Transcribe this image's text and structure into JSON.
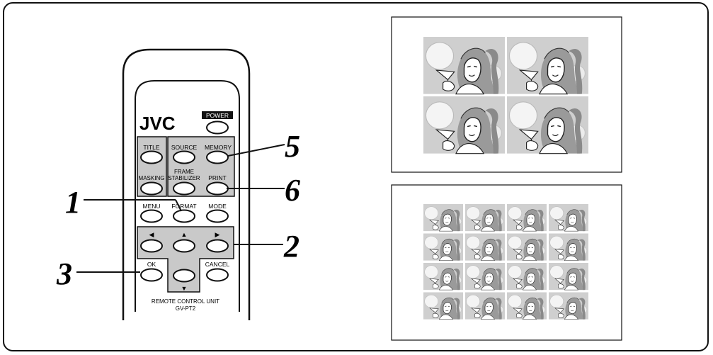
{
  "remote": {
    "brand": "JVC",
    "power_label": "POWER",
    "title_label": "TITLE",
    "source_label": "SOURCE",
    "memory_label": "MEMORY",
    "masking_label": "MASKING",
    "frame_label": "FRAME",
    "stabilizer_label": "STABILIZER",
    "print_label": "PRINT",
    "menu_label": "MENU",
    "format_label": "FORMAT",
    "mode_label": "MODE",
    "ok_label": "OK",
    "cancel_label": "CANCEL",
    "unit_line1": "REMOTE CONTROL UNIT",
    "unit_line2": "GV-PT2",
    "arrow_left": "◀",
    "arrow_up": "▲",
    "arrow_right": "▶",
    "arrow_down": "▼"
  },
  "callouts": {
    "c1": "1",
    "c2": "2",
    "c3": "3",
    "c5": "5",
    "c6": "6"
  },
  "print_layouts": {
    "top": {
      "rows": 2,
      "cols": 2
    },
    "bottom": {
      "rows": 4,
      "cols": 4
    }
  },
  "colors": {
    "panel_gray": "#c9c9c9",
    "line": "#111111",
    "thumb_bg": "#cfcfcf"
  }
}
